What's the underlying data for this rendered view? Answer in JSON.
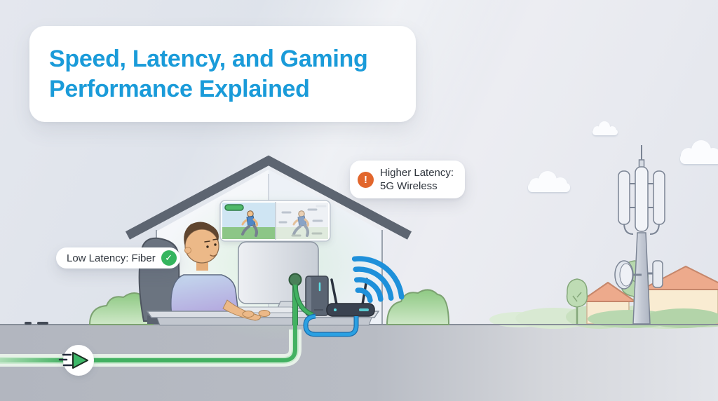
{
  "title_card": {
    "lines": [
      "Speed, Latency, and Gaming",
      "Performance Explained"
    ],
    "text_color": "#1a9bd9"
  },
  "callouts": {
    "fiber": {
      "label": "Low Latency: Fiber",
      "icon": "check-circle-icon",
      "icon_glyph": "✓",
      "icon_color": "#35b55e"
    },
    "wireless": {
      "lines": [
        "Higher Latency:",
        "5G Wireless"
      ],
      "icon": "warning-circle-icon",
      "icon_glyph": "!",
      "icon_color": "#e2662c"
    }
  },
  "scene": {
    "fiber_cable_color": "#42b161",
    "ethernet_cable_color": "#2aa0e2",
    "wifi_color": "#1e90da",
    "icons": {
      "wifi": "wifi-signal-icon",
      "speed": "fast-forward-icon",
      "check": "check-circle-icon",
      "warning": "warning-circle-icon"
    }
  }
}
